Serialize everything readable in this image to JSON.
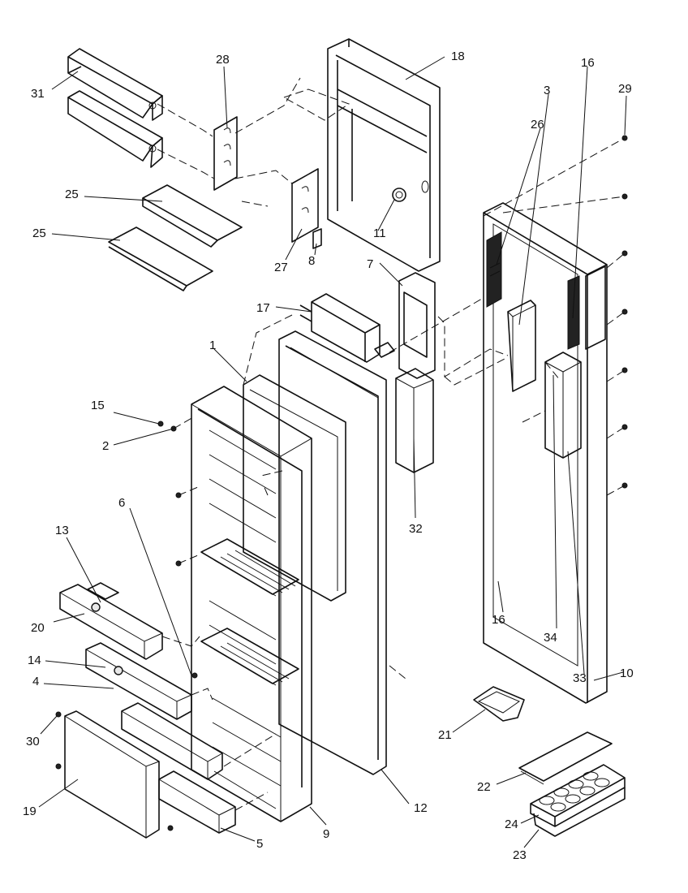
{
  "diagram": {
    "callouts": [
      "1",
      "2",
      "3",
      "4",
      "5",
      "6",
      "7",
      "8",
      "9",
      "10",
      "11",
      "12",
      "13",
      "14",
      "15",
      "16",
      "16",
      "17",
      "18",
      "19",
      "20",
      "21",
      "22",
      "23",
      "24",
      "25",
      "25",
      "26",
      "27",
      "28",
      "29",
      "30",
      "31",
      "32",
      "33",
      "34"
    ]
  }
}
